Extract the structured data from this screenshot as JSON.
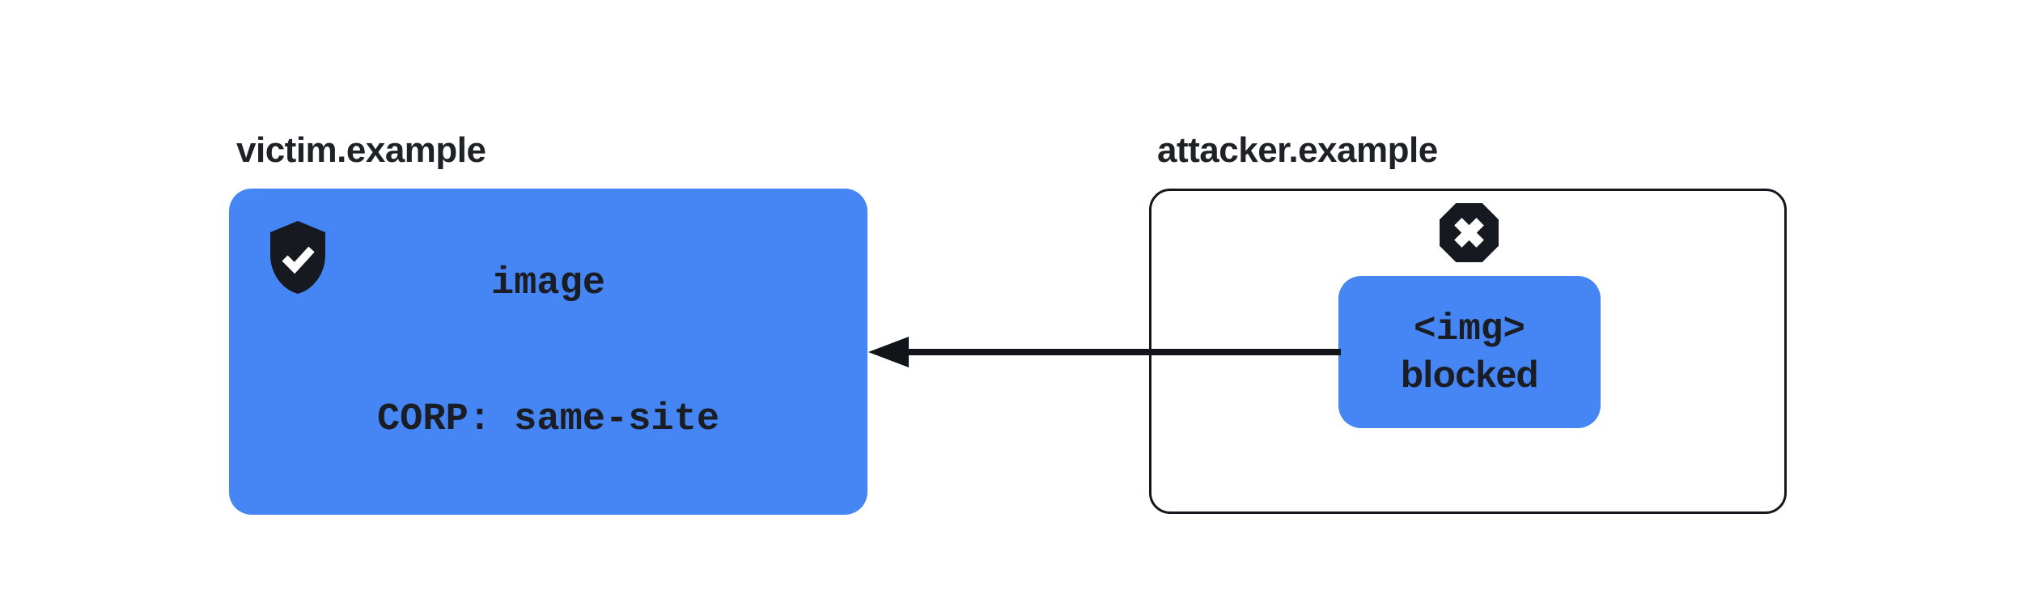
{
  "diagram": {
    "victim": {
      "title": "victim.example",
      "box": {
        "line1": "image",
        "line2": "CORP: same-site"
      },
      "icon": "shield-check-icon"
    },
    "attacker": {
      "title": "attacker.example",
      "request_box": {
        "line1": "<img>",
        "line2": "blocked"
      },
      "icon": "blocked-octagon-x-icon"
    },
    "arrow": {
      "description": "request arrow from attacker img element to victim image, pointing left"
    },
    "colors": {
      "resource_blue": "#4685F4",
      "icon_black": "#16191F",
      "text_black": "#1A1D23",
      "border_black": "#14171C",
      "background": "#FFFFFF"
    }
  }
}
